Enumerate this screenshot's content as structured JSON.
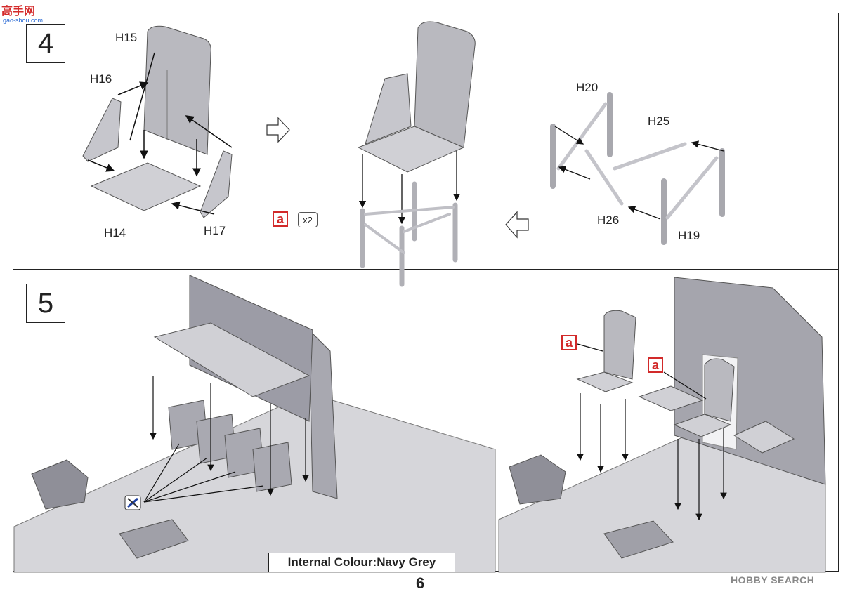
{
  "logo": {
    "title": "高手网",
    "url_text": "gao-shou.com"
  },
  "step4": {
    "number": "4",
    "labels": {
      "h15": "H15",
      "h16": "H16",
      "h14": "H14",
      "h17": "H17",
      "h20": "H20",
      "h25": "H25",
      "h26": "H26",
      "h19": "H19"
    },
    "badge": "a",
    "quantity": "x2"
  },
  "step5": {
    "number": "5",
    "badge_a1": "a",
    "badge_a2": "a"
  },
  "colour_note": "Internal Colour:Navy Grey",
  "page_number": "6",
  "watermark": "HOBBY SEARCH",
  "colors": {
    "part_fill": "#b9b9bf",
    "part_stroke": "#555",
    "badge_red": "#d22a2a"
  }
}
